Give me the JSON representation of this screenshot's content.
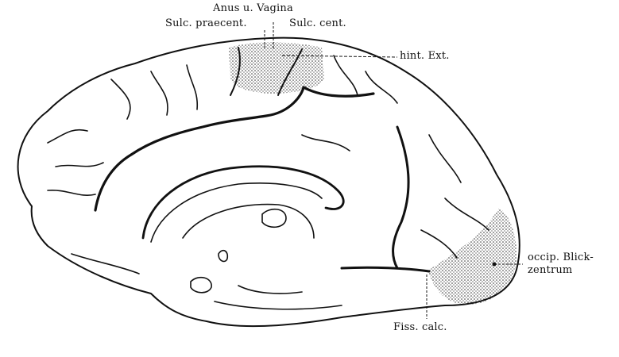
{
  "labels": {
    "anus_vagina": "Anus u. Vagina",
    "sulc_praecent": "Sulc. praecent.",
    "sulc_cent": "Sulc. cent.",
    "hint_ext": "hint. Ext.",
    "occip_line1": "occip. Blick-",
    "occip_line2": "zentrum",
    "fiss_calc": "Fiss. calc."
  },
  "colors": {
    "ink": "#111111",
    "paper": "#ffffff"
  },
  "stipple_regions": [
    "paracentral-motor-area",
    "occipital-visual-centre"
  ]
}
